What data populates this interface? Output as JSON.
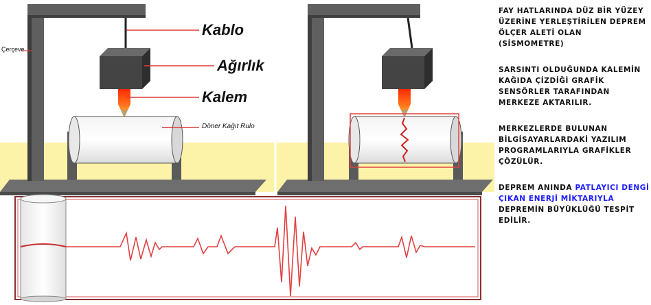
{
  "labels": {
    "kablo": "Kablo",
    "agirlik": "Ağırlık",
    "kalem": "Kalem",
    "doner_kagit_rulo": "Döner Kağıt Rulo",
    "cerceve": "Çerçeve"
  },
  "description": {
    "p1": "FAY HATLARINDA DÜZ BİR YÜZEY ÜZERİNE YERLEŞTİRİLEN DEPREM ÖLÇER ALETİ OLAN (SİSMOMETRE)",
    "p2": "SARSINTI OLDUĞUNDA KALEMİN KAĞIDA ÇİZDİĞİ GRAFİK SENSÖRLER TARAFINDAN MERKEZE AKTARILIR.",
    "p3": "MERKEZLERDE BULUNAN BİLGİSAYARLARDAKİ YAZILIM PROGRAMLARIYLA GRAFİKLER ÇÖZÜLÜR.",
    "p4_pre": "DEPREM ANINDA ",
    "p4_blue": "PATLAYICI DENGİ ÇIKAN ENERJİ MİKTARIYLA",
    "p4_post": " DEPREMİN BÜYÜKLÜĞÜ TESPİT EDİLİR."
  },
  "colors": {
    "frame": "#5f5f5f",
    "frame_shadow": "#3a3a3a",
    "weight": "#444444",
    "ground": "#fdf3a8",
    "base": "#6e6e6e",
    "pen": "#ff4a1a",
    "trace": "#e04040",
    "label_line": "#e03a3a",
    "highlight_text": "#1a1aff"
  }
}
